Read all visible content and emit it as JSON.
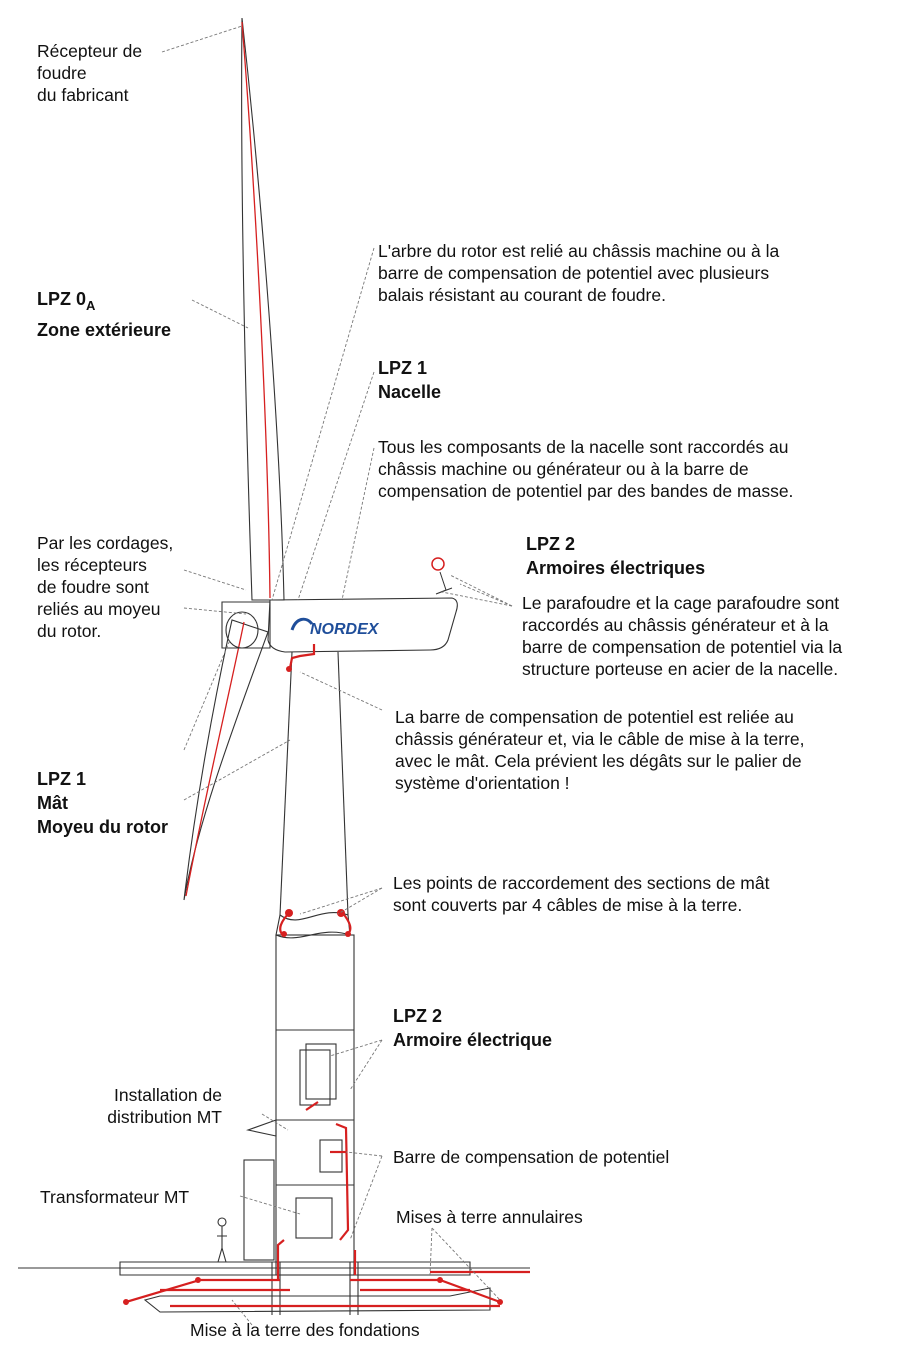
{
  "labels": {
    "receptor": [
      "Récepteur de",
      "foudre",
      "du fabricant"
    ],
    "lpz0": {
      "prefix": "LPZ 0",
      "sub": "A",
      "zone": "Zone extérieure"
    },
    "rotor_shaft": [
      "L'arbre du rotor est relié au châssis machine ou à la",
      "barre de compensation de potentiel avec plusieurs",
      "balais résistant au courant de foudre."
    ],
    "lpz1_nacelle": [
      "LPZ 1",
      "Nacelle"
    ],
    "nacelle_components": [
      "Tous les composants de la nacelle sont raccordés au",
      "châssis machine ou générateur ou à la barre de",
      "compensation de potentiel par des bandes de masse."
    ],
    "cordages": [
      "Par les cordages,",
      "les récepteurs",
      "de foudre sont",
      "reliés au moyeu",
      "du rotor."
    ],
    "lpz2_cabinets": [
      "LPZ 2",
      "Armoires électriques"
    ],
    "surge_arrester": [
      "Le parafoudre et la cage parafoudre sont",
      "raccordés au châssis générateur et à la",
      "barre de compensation de potentiel via la",
      "structure porteuse en acier de la nacelle."
    ],
    "equipotential_bar": [
      "La barre de compensation de potentiel est reliée au",
      "châssis générateur et, via le câble de mise à la terre,",
      "avec le mât. Cela prévient les dégâts sur le palier de",
      "système d'orientation !"
    ],
    "lpz1_mast": [
      "LPZ 1",
      "Mât",
      "Moyeu du rotor"
    ],
    "mast_sections": [
      "Les points de raccordement des sections de mât",
      "sont couverts par 4 câbles de mise à la terre."
    ],
    "lpz2_cabinet": [
      "LPZ 2",
      "Armoire électrique"
    ],
    "mv_switchgear": [
      "Installation de",
      "distribution MT"
    ],
    "potential_bar": "Barre de compensation de potentiel",
    "mv_transformer": "Transformateur MT",
    "ring_earth": "Mises à terre annulaires",
    "foundation_earth": "Mise à la terre des fondations"
  },
  "brand": {
    "logo_text": "NORDEX"
  },
  "colors": {
    "line": "#333333",
    "earth": "#d62020",
    "logo": "#1f4e9a",
    "leader": "#777777"
  }
}
